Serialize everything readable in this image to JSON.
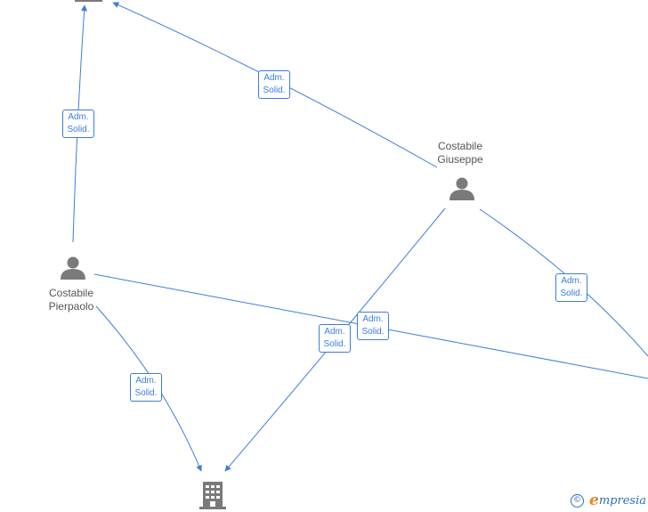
{
  "diagram": {
    "colors": {
      "edge": "#3b7ddd",
      "icon": "#7a7a7a",
      "text": "#555555"
    },
    "people": [
      {
        "id": "giuseppe",
        "name_line1": "Costabile",
        "name_line2": "Giuseppe",
        "icon": "person-icon"
      },
      {
        "id": "pierpaolo",
        "name_line1": "Costabile",
        "name_line2": "Pierpaolo",
        "icon": "person-icon"
      }
    ],
    "companies": [
      {
        "id": "company-top",
        "icon": "building-icon"
      },
      {
        "id": "company-bottom",
        "icon": "building-icon"
      }
    ],
    "relations": [
      {
        "from": "pierpaolo",
        "to": "company-top",
        "role_line1": "Adm.",
        "role_line2": "Solid."
      },
      {
        "from": "giuseppe",
        "to": "company-top",
        "role_line1": "Adm.",
        "role_line2": "Solid."
      },
      {
        "from": "pierpaolo",
        "to": "company-bottom",
        "role_line1": "Adm.",
        "role_line2": "Solid."
      },
      {
        "from": "giuseppe",
        "to": "company-bottom",
        "role_line1": "Adm.",
        "role_line2": "Solid."
      },
      {
        "from": "pierpaolo",
        "to": "offscreen-right",
        "role_line1": "Adm.",
        "role_line2": "Solid."
      },
      {
        "from": "giuseppe",
        "to": "offscreen-right",
        "role_line1": "Adm.",
        "role_line2": "Solid."
      }
    ]
  },
  "watermark": {
    "copyright_symbol": "©",
    "brand_initial": "e",
    "brand_rest": "mpresia"
  }
}
